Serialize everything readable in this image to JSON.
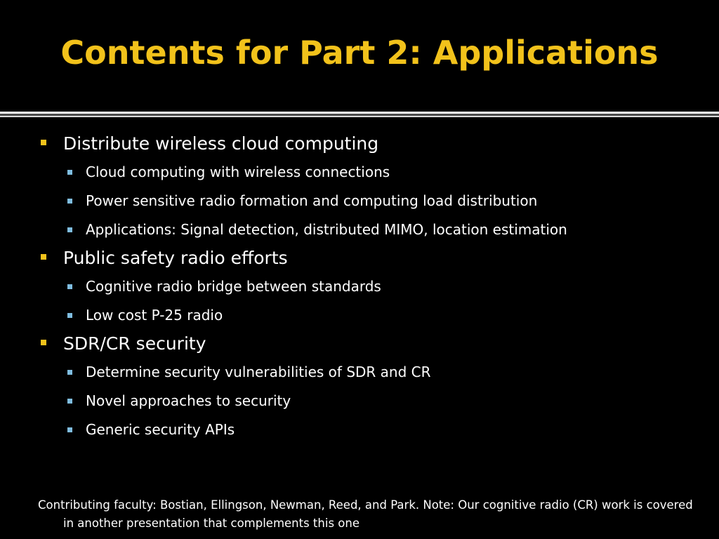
{
  "slide": {
    "title": "Contents for Part 2: Applications",
    "accent_color": "#f2c21b",
    "sub_bullet_color": "#7fbde0",
    "background_color": "#000000"
  },
  "sections": [
    {
      "heading": "Distribute wireless cloud computing",
      "items": [
        "Cloud computing with wireless connections",
        "Power sensitive radio formation and computing load distribution",
        "Applications: Signal detection, distributed MIMO, location estimation"
      ]
    },
    {
      "heading": "Public safety radio efforts",
      "items": [
        "Cognitive radio bridge between standards",
        "Low cost P-25 radio"
      ]
    },
    {
      "heading": "SDR/CR security",
      "items": [
        "Determine security vulnerabilities of SDR and CR",
        "Novel approaches to security",
        "Generic security APIs"
      ]
    }
  ],
  "footer": {
    "note": "Contributing faculty: Bostian, Ellingson, Newman, Reed, and Park. Note:  Our cognitive radio (CR) work is covered in another presentation that complements this one"
  }
}
